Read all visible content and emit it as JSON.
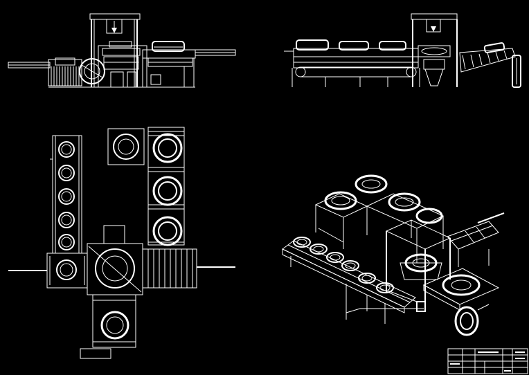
{
  "drawing": {
    "background": "#000000",
    "line_color": "#ffffff",
    "views": [
      {
        "id": "front-elevation",
        "label": ""
      },
      {
        "id": "rear-elevation",
        "label": ""
      },
      {
        "id": "plan-view",
        "label": ""
      },
      {
        "id": "isometric-view",
        "label": ""
      }
    ],
    "title_block": {
      "title": "",
      "rows": [
        "",
        "",
        "",
        ""
      ]
    }
  }
}
